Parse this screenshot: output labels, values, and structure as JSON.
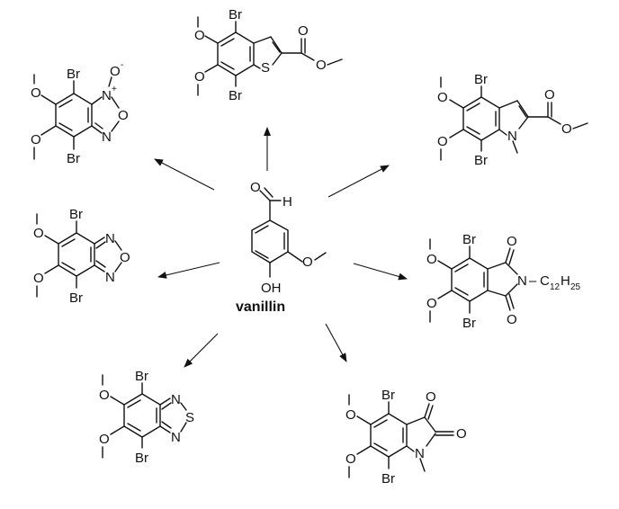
{
  "center": {
    "name": "vanillin",
    "labels": {
      "aldehyde_h": "H",
      "ester_o": "O",
      "hydroxyl": "OH"
    }
  },
  "labels": {
    "br": "Br",
    "o": "O",
    "o_minus": "O",
    "minus": "-",
    "n": "N",
    "n_plus": "N",
    "plus": "+",
    "s": "S",
    "c": "C",
    "h": "H",
    "sub_12": "12",
    "sub_25": "25",
    "dash": "–"
  }
}
